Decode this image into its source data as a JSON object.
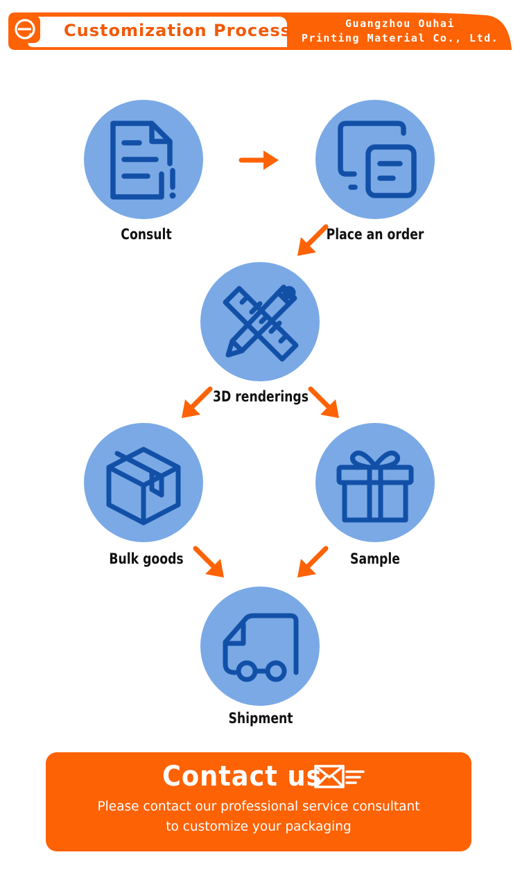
{
  "header": {
    "title": "Customization Process",
    "company_line1": "Guangzhou Ouhai",
    "company_line2": "Printing Material Co., Ltd."
  },
  "steps": [
    {
      "label": "Consult",
      "icon": "document-icon"
    },
    {
      "label": "Place an order",
      "icon": "order-screen-icon"
    },
    {
      "label": "3D renderings",
      "icon": "ruler-pencil-icon"
    },
    {
      "label": "Bulk goods",
      "icon": "box-icon"
    },
    {
      "label": "Sample",
      "icon": "gift-icon"
    },
    {
      "label": "Shipment",
      "icon": "truck-icon"
    }
  ],
  "contact": {
    "title": "Contact us",
    "line1": "Please contact our professional service consultant",
    "line2": "to customize your packaging"
  },
  "colors": {
    "accent": "#fd6205",
    "circle": "#7aa9e5",
    "icon": "#1250a8"
  }
}
